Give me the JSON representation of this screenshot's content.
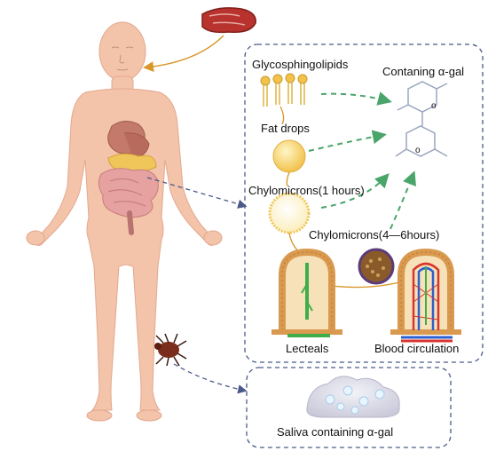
{
  "labels": {
    "glycosphingolipids": "Glycosphingolipids",
    "containing_agal": "Contaning α-gal",
    "fat_drops": "Fat drops",
    "chylomicrons_1h": "Chylomicrons(1 hours)",
    "chylomicrons_4_6h": "Chylomicrons(4—6hours)",
    "lecteals": "Lecteals",
    "blood_circulation": "Blood circulation",
    "saliva": "Saliva containing α-gal"
  },
  "colors": {
    "skin": "#f3c3aa",
    "skin_shade": "#e8ad94",
    "meat": "#b8332e",
    "fat": "#f0c65a",
    "arrow_green": "#4aa56a",
    "dashed_blue": "#4a5a8a",
    "lacteal": "#3fae49",
    "villus": "#d99a4f",
    "blood_red": "#d8342f",
    "blood_blue": "#2d5fd0"
  }
}
